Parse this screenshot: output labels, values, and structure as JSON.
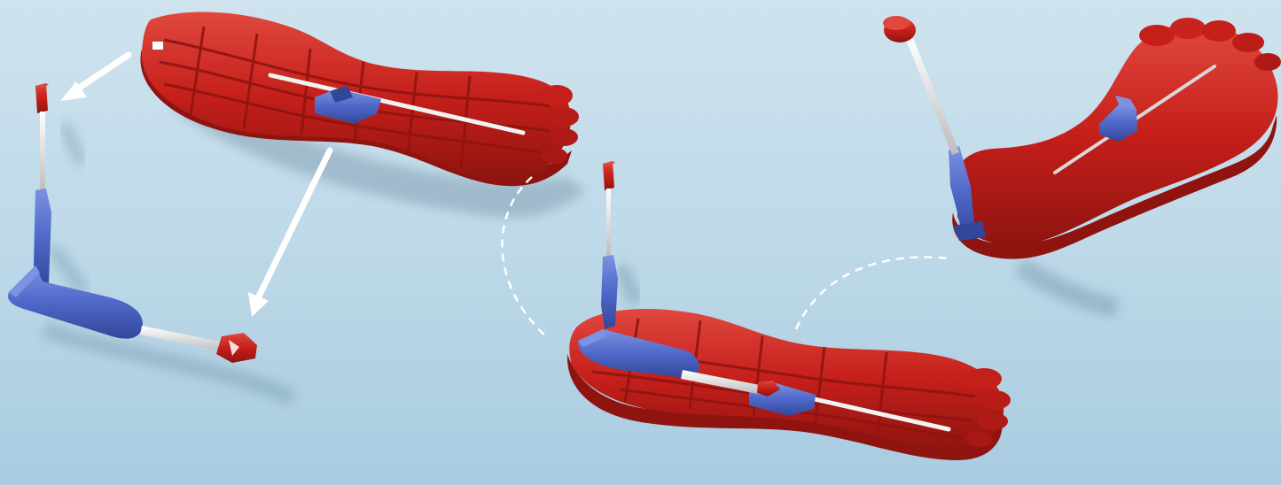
{
  "figure": {
    "kind": "assembly-illustration",
    "description_free": true,
    "colors": {
      "background_light": "#cfe3ee",
      "background_mid": "#bcd8e8",
      "background_dark": "#a9cbe0",
      "red_main": "#c51f1a",
      "red_dark": "#8f1410",
      "red_light": "#e0483e",
      "blue_main": "#4f68c9",
      "blue_dark": "#33479a",
      "blue_light": "#7d92e0",
      "rod": "#f2f2f2",
      "rod_shadow": "#bcbcbc",
      "arrow": "#ffffff",
      "dashed_path": "#ffffff"
    },
    "components": [
      "foot-board-disassembled",
      "lever-arm-disassembled",
      "foot-board-stowed",
      "foot-board-assembled"
    ],
    "icons": [
      "arrow-to-lever-icon",
      "arrow-to-cap-icon",
      "dashed-transition-left",
      "dashed-transition-right"
    ]
  }
}
